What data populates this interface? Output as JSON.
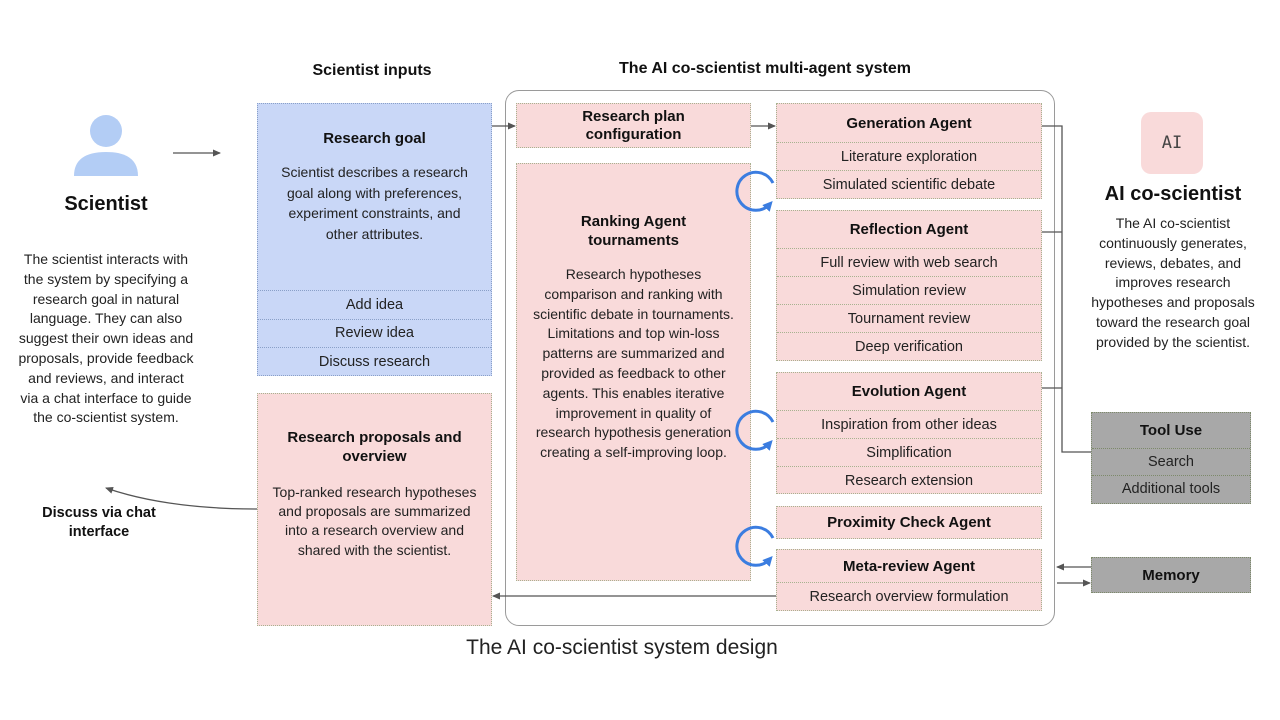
{
  "headers": {
    "scientist_inputs": "Scientist inputs",
    "multi_agent_system": "The AI co-scientist multi-agent system"
  },
  "scientist": {
    "label": "Scientist",
    "description": "The scientist interacts with the system by specifying a research goal in natural language. They can also suggest their own ideas and proposals, provide feedback and reviews, and interact via a chat interface to guide the co-scientist system.",
    "discuss_label": "Discuss via chat interface"
  },
  "research_goal": {
    "title": "Research goal",
    "description": "Scientist describes a research goal along with preferences, experiment constraints, and other attributes.",
    "actions": [
      "Add idea",
      "Review idea",
      "Discuss research"
    ]
  },
  "research_proposals": {
    "title": "Research proposals and overview",
    "description": "Top-ranked research hypotheses and proposals are summarized into a research overview and shared with the scientist."
  },
  "research_plan": {
    "title": "Research plan configuration"
  },
  "ranking": {
    "title": "Ranking Agent tournaments",
    "description": "Research hypotheses comparison and ranking with scientific debate in tournaments. Limitations and top win-loss patterns are summarized and provided as feedback to other agents. This enables iterative improvement in quality of research hypothesis generation creating a self-improving  loop."
  },
  "agents": {
    "generation": {
      "title": "Generation Agent",
      "items": [
        "Literature exploration",
        "Simulated scientific debate"
      ]
    },
    "reflection": {
      "title": "Reflection Agent",
      "items": [
        "Full review with web search",
        "Simulation review",
        "Tournament review",
        "Deep verification"
      ]
    },
    "evolution": {
      "title": "Evolution Agent",
      "items": [
        "Inspiration from other ideas",
        "Simplification",
        "Research extension"
      ]
    },
    "proximity": {
      "title": "Proximity Check Agent"
    },
    "meta_review": {
      "title": "Meta-review Agent",
      "items": [
        "Research overview formulation"
      ]
    }
  },
  "ai_coscientist": {
    "icon_text": "AI",
    "title": "AI co-scientist",
    "description": "The AI co-scientist continuously generates, reviews, debates, and improves research hypotheses and proposals toward the research goal provided by the scientist."
  },
  "tool_use": {
    "title": "Tool Use",
    "items": [
      "Search",
      "Additional tools"
    ]
  },
  "memory": {
    "title": "Memory"
  },
  "caption": "The AI co-scientist system design",
  "colors": {
    "blue_fill": "#c9d7f7",
    "pink_fill": "#f9dada",
    "gray_fill": "#a8a8a8",
    "loop_arrow": "#3b7de0",
    "person_icon": "#b3cdf5",
    "ai_icon_bg": "#f9dada"
  }
}
